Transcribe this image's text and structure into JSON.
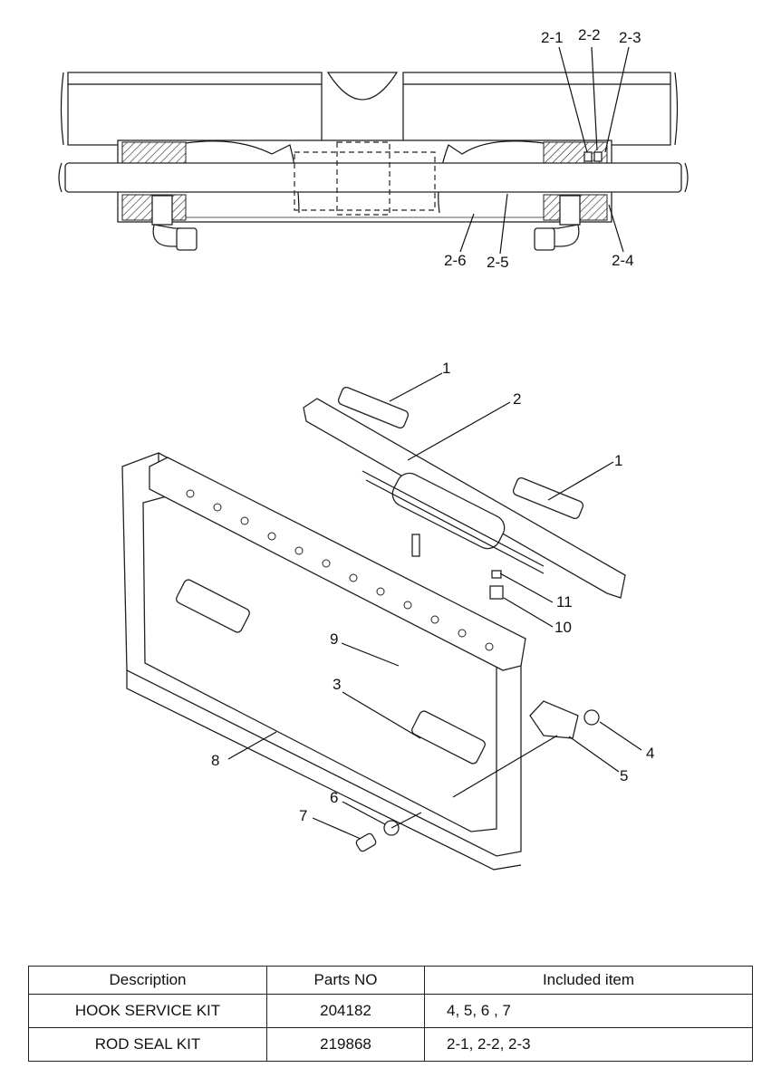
{
  "top_callouts": [
    "2-1",
    "2-2",
    "2-3",
    "2-4",
    "2-5",
    "2-6"
  ],
  "main_callouts": [
    "1",
    "2",
    "1",
    "11",
    "10",
    "9",
    "3",
    "4",
    "5",
    "8",
    "6",
    "7"
  ],
  "kit_table": {
    "headers": [
      "Description",
      "Parts NO",
      "Included item"
    ],
    "rows": [
      [
        "HOOK SERVICE KIT",
        "204182",
        "4, 5, 6 , 7"
      ],
      [
        "ROD SEAL KIT",
        "219868",
        "2-1, 2-2, 2-3"
      ]
    ]
  }
}
